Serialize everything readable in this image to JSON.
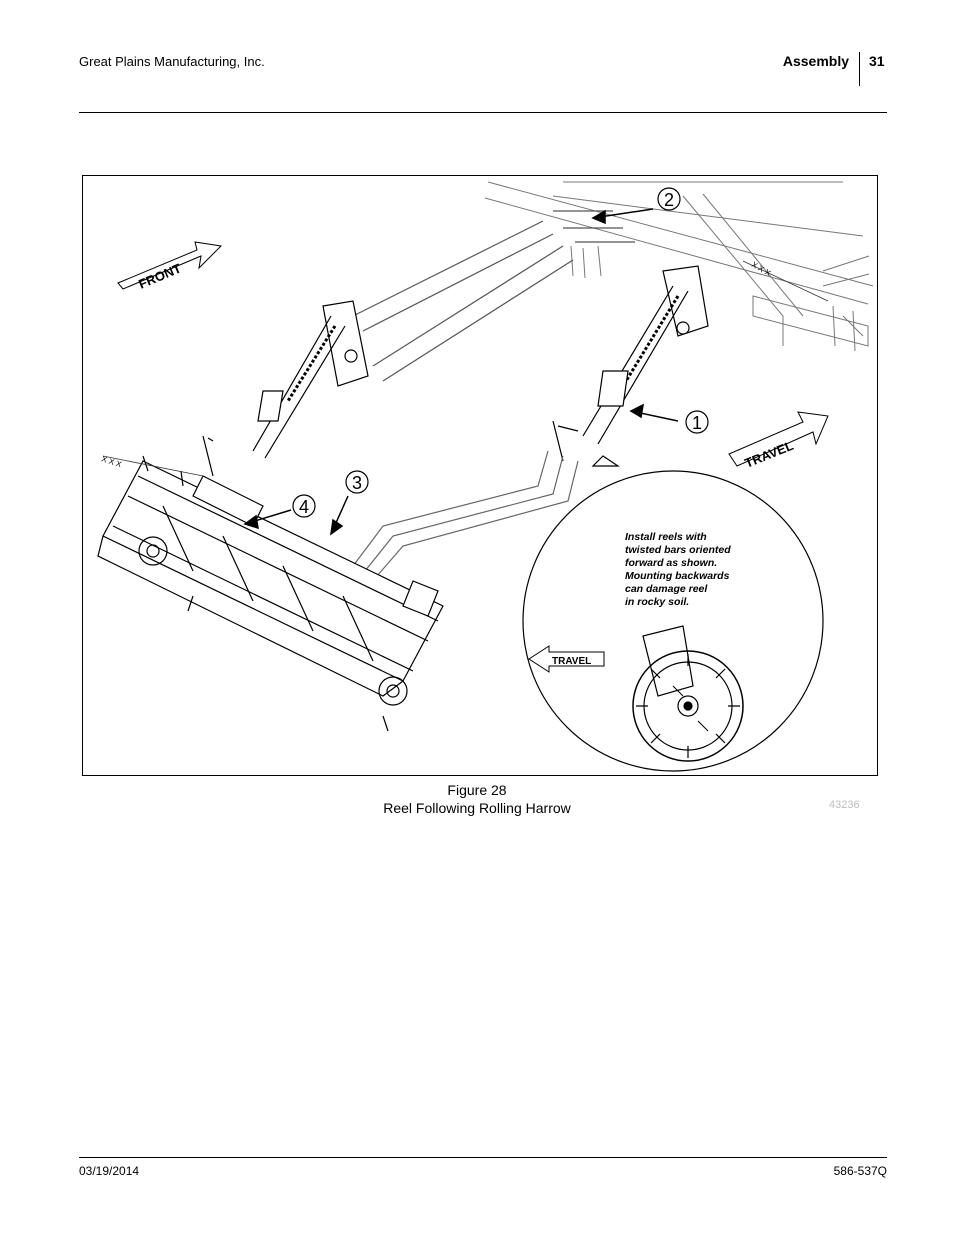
{
  "header": {
    "company": "Great Plains Manufacturing, Inc.",
    "section": "Assembly",
    "page_number": "31"
  },
  "figure": {
    "number_label": "Figure 28",
    "title": "Reel Following Rolling Harrow",
    "id": "43236",
    "callouts": [
      "1",
      "2",
      "3",
      "4"
    ],
    "arrow_labels": {
      "front": "FRONT",
      "travel_main": "TRAVEL",
      "travel_detail": "TRAVEL"
    },
    "dimension_marks": [
      "X X X",
      "X X X"
    ],
    "detail_note": [
      "Install reels with",
      "twisted bars oriented",
      "forward as shown.",
      "Mounting backwards",
      "can damage reel",
      "in rocky soil."
    ]
  },
  "footer": {
    "date": "03/19/2014",
    "doc_number": "586-537Q"
  }
}
